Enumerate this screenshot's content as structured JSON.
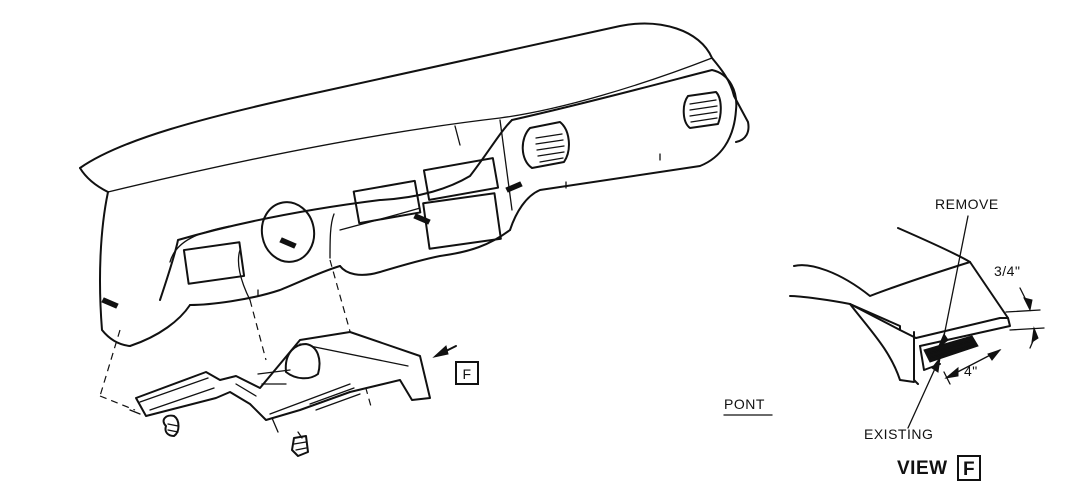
{
  "labels": {
    "callout_f": "F",
    "front": "PONT",
    "remove": "REMOVE",
    "existing": "EXISTING",
    "dim_three_quarter": "3/4\"",
    "dim_four": "4\"",
    "view_word": "VIEW",
    "view_letter": "F"
  },
  "colors": {
    "line": "#111111",
    "background": "#ffffff"
  }
}
